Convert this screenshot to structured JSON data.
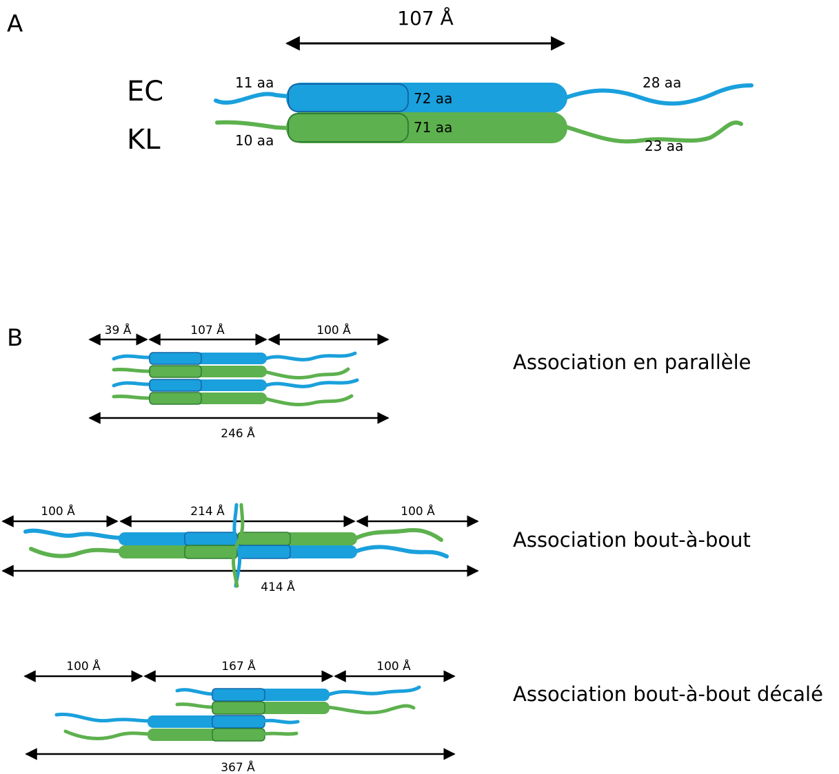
{
  "colors": {
    "ec": "#1aa0dc",
    "kl": "#5db14e",
    "ec_dark": "#1565a8",
    "kl_dark": "#2f7d35",
    "line": "#000000"
  },
  "panel_a": {
    "letter": "A",
    "length": "107 Å",
    "chains": [
      {
        "label": "EC",
        "n_term": "11  aa",
        "core": "72 aa",
        "c_term": "28  aa"
      },
      {
        "label": "KL",
        "n_term": "10  aa",
        "core": "71 aa",
        "c_term": "23  aa"
      }
    ]
  },
  "panel_b": {
    "letter": "B",
    "parallel": {
      "label": "Association en parallèle",
      "dims": [
        "39 Å",
        "107 Å",
        "100 Å"
      ],
      "total": "246 Å"
    },
    "end_to_end": {
      "label": "Association bout-à-bout",
      "dims": [
        "100 Å",
        "214 Å",
        "100 Å"
      ],
      "total": "414 Å"
    },
    "staggered": {
      "label": "Association bout-à-bout décalé",
      "dims": [
        "100 Å",
        "167 Å",
        "100 Å"
      ],
      "total": "367 Å"
    }
  }
}
